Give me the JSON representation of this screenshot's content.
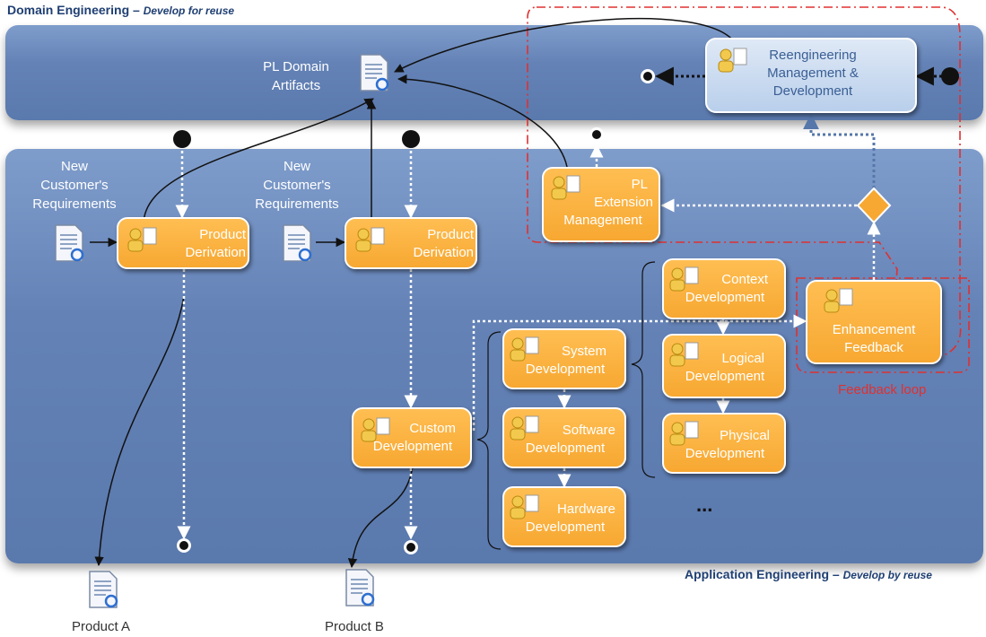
{
  "headers": {
    "domain_title": "Domain Engineering –",
    "domain_sub": "Develop for reuse",
    "app_title": "Application Engineering –",
    "app_sub": "Develop by reuse"
  },
  "artifacts": {
    "pl_domain_1": "PL Domain",
    "pl_domain_2": "Artifacts",
    "req_line1": "New",
    "req_line2": "Customer's",
    "req_line3": "Requirements",
    "product_a": "Product A",
    "product_b": "Product B"
  },
  "processes": {
    "reengineering_1": "Reengineering",
    "reengineering_2": "Management &",
    "reengineering_3": "Development",
    "pl_ext_1": "PL",
    "pl_ext_2": "Extension",
    "pl_ext_3": "Management",
    "prod_der_1": "Product",
    "prod_der_2": "Derivation",
    "custom_1": "Custom",
    "custom_2": "Development",
    "context_1": "Context",
    "context_2": "Development",
    "enhance_1": "Enhancement",
    "enhance_2": "Feedback",
    "system_1": "System",
    "system_2": "Development",
    "logical_1": "Logical",
    "logical_2": "Development",
    "software_1": "Software",
    "software_2": "Development",
    "physical_1": "Physical",
    "physical_2": "Development",
    "hardware_1": "Hardware",
    "hardware_2": "Development"
  },
  "labels": {
    "feedback_loop": "Feedback loop",
    "ellipsis": "..."
  },
  "icons": [
    "document-icon",
    "people-process-icon",
    "start-node-icon",
    "end-node-icon",
    "decision-diamond-icon"
  ],
  "colors": {
    "band": "#6482b6",
    "process_orange": "#f7a832",
    "process_light": "#b9cfeb",
    "feedback_red": "#e03030",
    "header_text": "#1f3f73"
  }
}
